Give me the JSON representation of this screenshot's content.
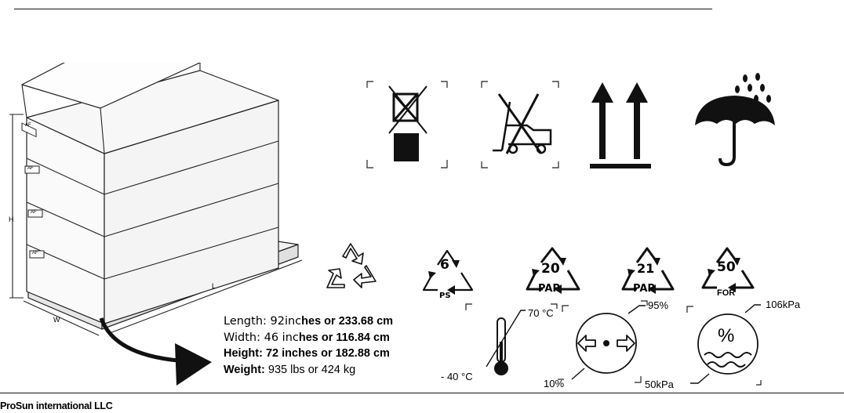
{
  "pallet": {
    "h_label": "H",
    "w_label": "W",
    "l_label": "L",
    "box_labels": [
      "AF",
      "AF",
      "AF",
      "AF"
    ]
  },
  "dimensions": {
    "length_label": "Length: 92inc",
    "length_value": "hes or 233.68 cm",
    "width_label": "Width: 46 inc",
    "width_value": "hes or 116.84 cm",
    "height_label": "Height: 72 inches or 182.88 cm",
    "weight_label": "Weight:",
    "weight_value": "935 lbs or 424 kg"
  },
  "recycling": [
    {
      "code": "6",
      "label": "PS"
    },
    {
      "code": "20",
      "label": "PAP"
    },
    {
      "code": "21",
      "label": "PAP"
    },
    {
      "code": "50",
      "label": "FOR"
    }
  ],
  "temperature": {
    "max": "70 °C",
    "min": "- 40 °C"
  },
  "humidity": {
    "max": "95%",
    "min": "10%"
  },
  "pressure": {
    "max": "106kPa",
    "min": "50kPa"
  },
  "company": "ProSun international LLC"
}
